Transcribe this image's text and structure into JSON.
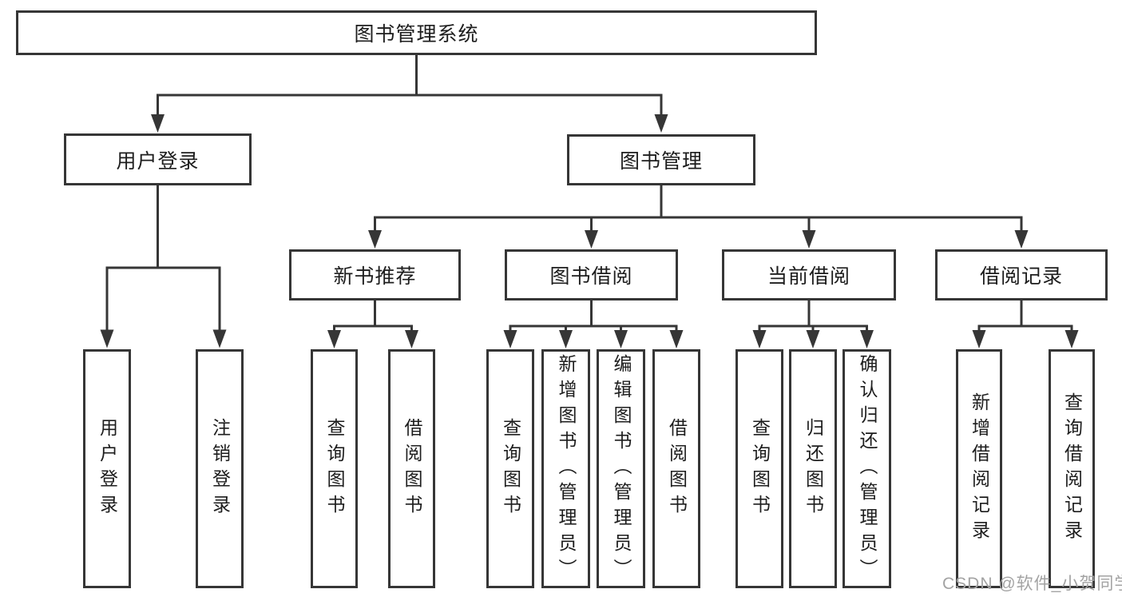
{
  "diagram": {
    "root": "图书管理系统",
    "branches": {
      "user_login": {
        "label": "用户登录",
        "children": [
          "用户登录",
          "注销登录"
        ]
      },
      "book_management": {
        "label": "图书管理",
        "children": [
          {
            "label": "新书推荐",
            "children": [
              "查询图书",
              "借阅图书"
            ]
          },
          {
            "label": "图书借阅",
            "children": [
              "查询图书",
              "新增图书（管理员）",
              "编辑图书（管理员）",
              "借阅图书"
            ]
          },
          {
            "label": "当前借阅",
            "children": [
              "查询图书",
              "归还图书",
              "确认归还（管理员）"
            ]
          },
          {
            "label": "借阅记录",
            "children": [
              "新增借阅记录",
              "查询借阅记录"
            ]
          }
        ]
      }
    },
    "watermark": "CSDN @软件_小贺同学",
    "colors": {
      "line": "#363636",
      "text": "#1d1d1d",
      "watermark": "#a3a3a3",
      "background": "#ffffff"
    }
  }
}
